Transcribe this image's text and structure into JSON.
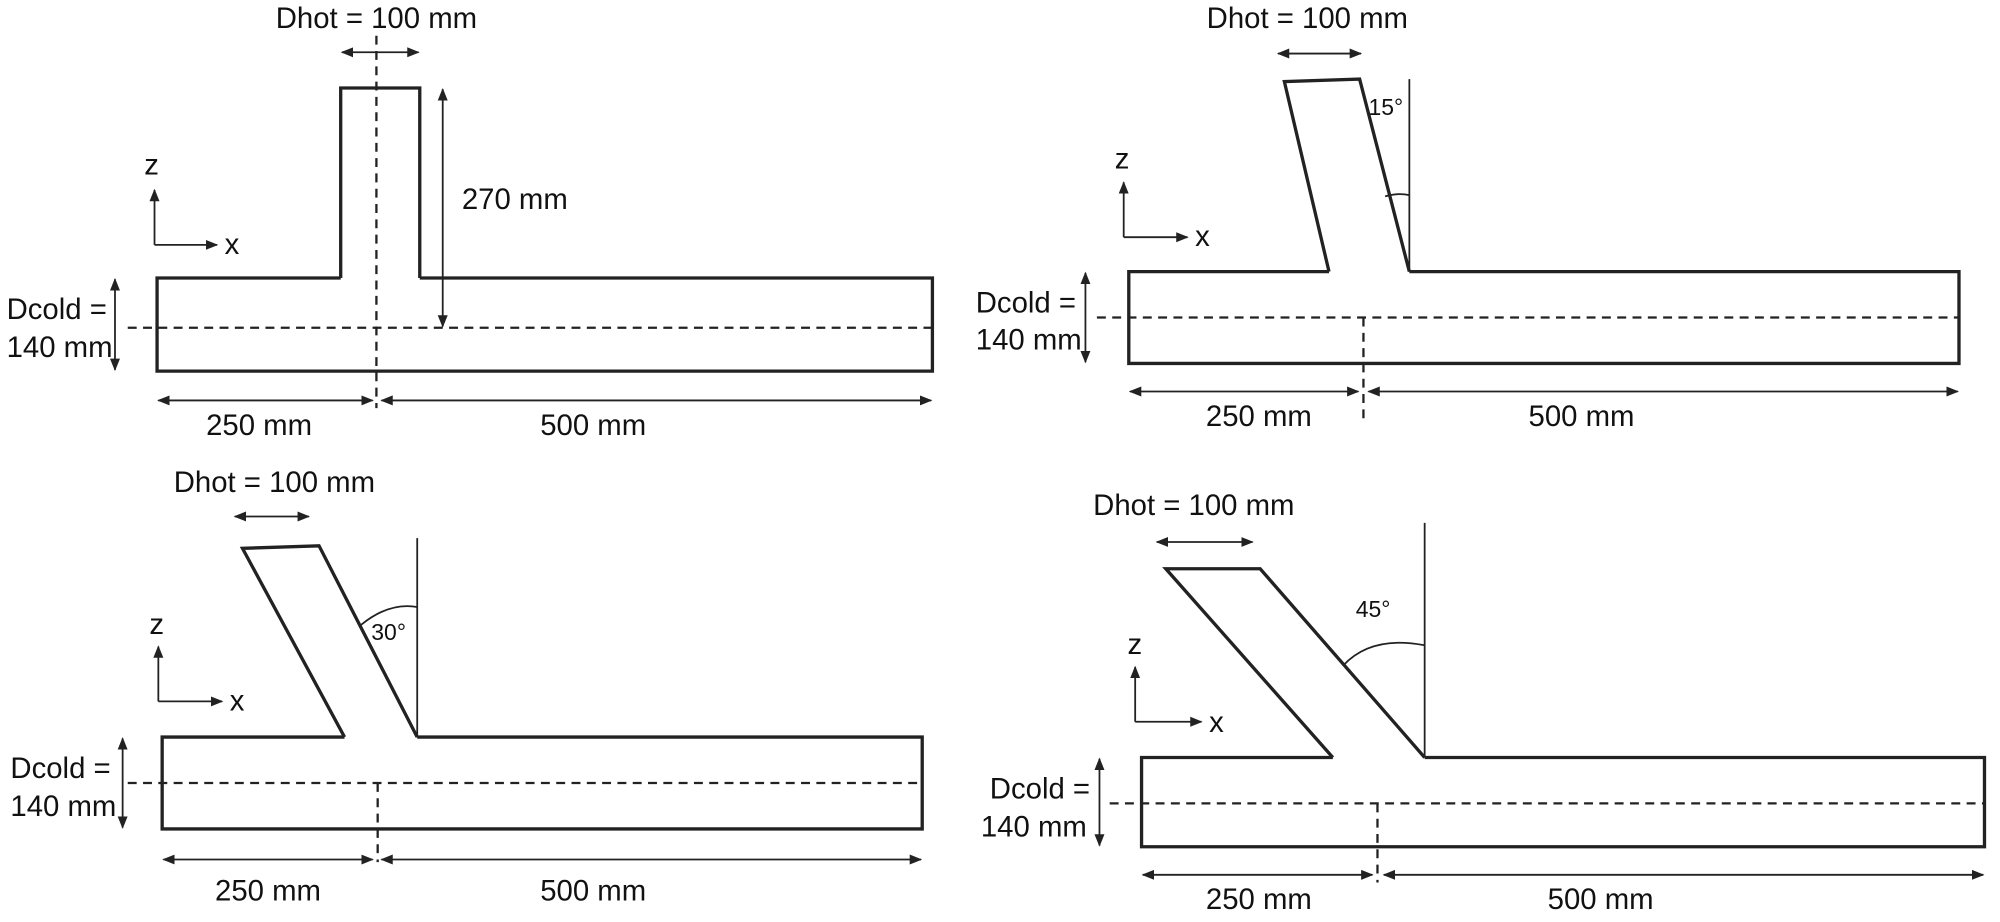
{
  "panels": [
    {
      "dhot": "Dhot = 100 mm",
      "height": "270 mm",
      "dcold_1": "Dcold =",
      "dcold_2": "140 mm",
      "left_len": "250 mm",
      "right_len": "500 mm",
      "axis_z": "z",
      "axis_x": "x"
    },
    {
      "dhot": "Dhot = 100 mm",
      "angle": "15°",
      "dcold_1": "Dcold =",
      "dcold_2": "140 mm",
      "left_len": "250 mm",
      "right_len": "500 mm",
      "axis_z": "z",
      "axis_x": "x"
    },
    {
      "dhot": "Dhot = 100 mm",
      "angle": "30°",
      "dcold_1": "Dcold =",
      "dcold_2": "140 mm",
      "left_len": "250 mm",
      "right_len": "500 mm",
      "axis_z": "z",
      "axis_x": "x"
    },
    {
      "dhot": "Dhot = 100 mm",
      "angle": "45°",
      "dcold_1": "Dcold =",
      "dcold_2": "140 mm",
      "left_len": "250 mm",
      "right_len": "500 mm",
      "axis_z": "z",
      "axis_x": "x"
    }
  ]
}
